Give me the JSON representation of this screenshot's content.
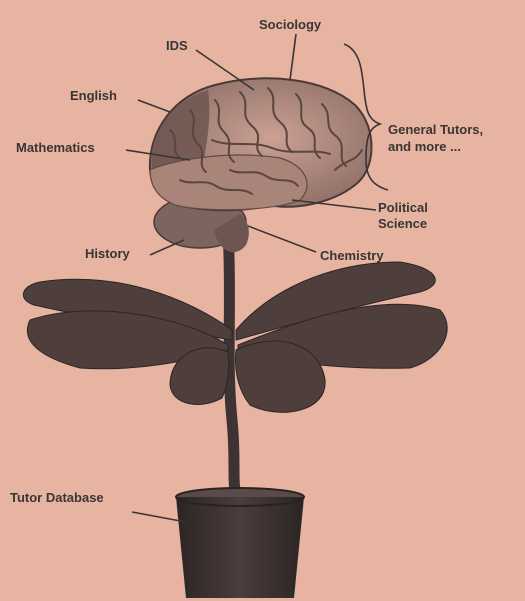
{
  "labels": {
    "sociology": "Sociology",
    "ids": "IDS",
    "english": "English",
    "mathematics": "Mathematics",
    "general_line1": "General Tutors,",
    "general_line2": "and more ...",
    "political_line1": "Political",
    "political_line2": "Science",
    "history": "History",
    "chemistry": "Chemistry",
    "tutor_database": "Tutor Database"
  },
  "colors": {
    "background": "#e7b4a1",
    "ink": "#3a3535",
    "brain": "#b58d82",
    "brain_dark": "#6e5650",
    "leaf": "#4e3f3d",
    "pot": "#3c3131"
  }
}
